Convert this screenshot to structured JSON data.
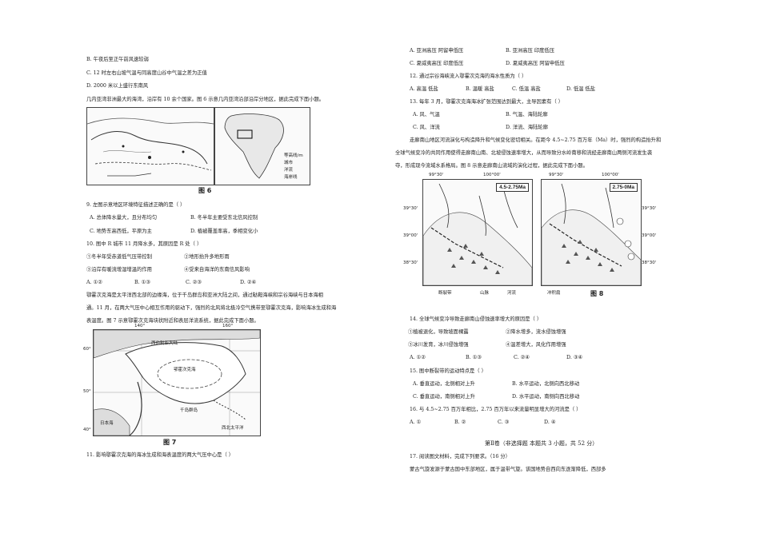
{
  "left": {
    "q_opt_b": "B. 午夜后至正午前风速较弱",
    "q_opt_c": "C. 12 时左右山坡气温与同高度山谷中气温之差为正值",
    "q_opt_d": "D. 2000 米以上盛行东南风",
    "intro1": "几内亚湾非洲最大的海湾，沿岸有 10 余个国家。图 6 示意几内亚湾沿部沿岸分地区，据此完成下面小题。",
    "fig6": {
      "caption": "图 6",
      "legend": [
        "等高线/m",
        "城市",
        "洋流",
        "海岸线"
      ]
    },
    "q9": "9. 左图示意地区环境特征描述正确的是（    ）",
    "q9_a": "A. 总体降水量大，且分布均匀",
    "q9_b": "B. 冬半年主要受东北信风控制",
    "q9_c": "C. 地势东高西低，平原为主",
    "q9_d": "D. 植被覆盖率高，季相变化小",
    "q10": "10. 图中 R 城市 11 月降水多，其原因是 R 处（    ）",
    "q10_1": "①冬半年受赤道低气压带控制",
    "q10_2": "②地形抬升多地形雨",
    "q10_3": "③沿岸有暖流增湿增温的作用",
    "q10_4": "④受来自海洋的东南信风影响",
    "q10_ans": [
      "A. ①②",
      "B. ①③",
      "C. ②③",
      "D. ②④"
    ],
    "intro2": "鄂霍次克海是太平洋西北部的边缘海，位于千岛群岛和亚洲大陆之间，通过鞑靼海峡和宗谷海峡与日本海相",
    "intro2b": "通。11 月，在两大气压中心相互作用的驱动下，强烈的北风将北极冷空气携带至鄂霍次克海，影响海冰生成和海",
    "intro2c": "表温度。图 7 示意鄂霍次克海块状附近和表层洋流系统，据此完成下面小题。",
    "fig7": {
      "caption": "图 7",
      "lon1": "140°",
      "lon2": "160°",
      "lat1": "60°",
      "lat2": "50°",
      "lat3": "40°",
      "place1": "西伯利亚大陆",
      "place2": "鄂霍次克海",
      "place3": "千岛群岛",
      "place4": "日本海",
      "place5": "西北太平洋"
    },
    "q11": "11. 影响鄂霍次克海的海冰生成和海表温度的两大气压中心是（    ）"
  },
  "right": {
    "q11_a": "A. 亚洲高压 阿留申低压",
    "q11_b": "B. 亚洲高压 印度低压",
    "q11_c": "C. 夏威夷高压 印度低压",
    "q11_d": "D. 夏威夷高压 阿留申低压",
    "q12": "12. 通过宗谷海峡流入鄂霍次克海的海水性质为（    ）",
    "q12_ans": [
      "A. 高温 低盐",
      "B. 温暖 高盐",
      "C. 低温 高盐",
      "D. 低温 低盐"
    ],
    "q13": "13. 每年 3 月，鄂霍次克海海冰扩张范围达到最大，主导因素有（    ）",
    "q13_a": "A. 风、气温",
    "q13_b": "B. 气温、海陆轮廓",
    "q13_c": "C. 风、洋流",
    "q13_d": "D. 洋流、海陆轮廓",
    "intro3": "走廊南山地区河流演化与构造降升和气候变化密切相关。在距今 4.5~2.75 百万年（Ma）时，强烈的构造抬升和",
    "intro3b": "全球气候变冷的共同作用使得走廊南山南、北坡侵蚀速率增大，从而导致分水岭南移和流经走廊南山两侧河流发生袭",
    "intro3c": "夺，形成现今流域水系格局。图 8 示意走廊南山流域的演化过程，据此完成下面小题。",
    "fig8": {
      "caption": "图 8",
      "panel1": "4.5-2.75Ma",
      "panel2": "2.75-0Ma",
      "lon1": "99°30'",
      "lon2": "100°00'",
      "lat1": "39°30'",
      "lat2": "39°00'",
      "lat3": "38°30'",
      "legend": [
        "断裂带",
        "山脉",
        "河流",
        "冲积扇"
      ]
    },
    "q14": "14. 全球气候变冷导致走廊南山侵蚀速率增大的原因是（    ）",
    "q14_1": "①植被退化，导致坡面裸露",
    "q14_2": "②降水增多，流水侵蚀增强",
    "q14_3": "③冰川发育，冰川侵蚀增强",
    "q14_4": "④温差增大，风化作用增强",
    "q14_ans": [
      "A. ①②",
      "B. ①③",
      "C. ②④",
      "D. ③④"
    ],
    "q15": "15. 图中断裂带的运动特点是（    ）",
    "q15_a": "A. 垂直运动，北侧相对上升",
    "q15_b": "B. 水平运动，北侧向西北移动",
    "q15_c": "C. 垂直运动，南侧相对上升",
    "q15_d": "D. 水平运动，南侧向西北移动",
    "q16": "16. 与 4.5~2.75 百万年相比，2.75 百万年以来流量明显增大的河流是（    ）",
    "q16_ans": [
      "A. ①",
      "B. ②",
      "C. ③",
      "D. ④"
    ],
    "section2": "第Ⅱ卷（非选择题 本题共 3 小题，共 52 分）",
    "q17": "17. 阅读图文材料，完成下列要求。（16 分）",
    "q17_text": "蒙古气旋发源于蒙古国中东部地区，属于温带气旋。该国地势自西向东逐渐降低，西部多"
  }
}
